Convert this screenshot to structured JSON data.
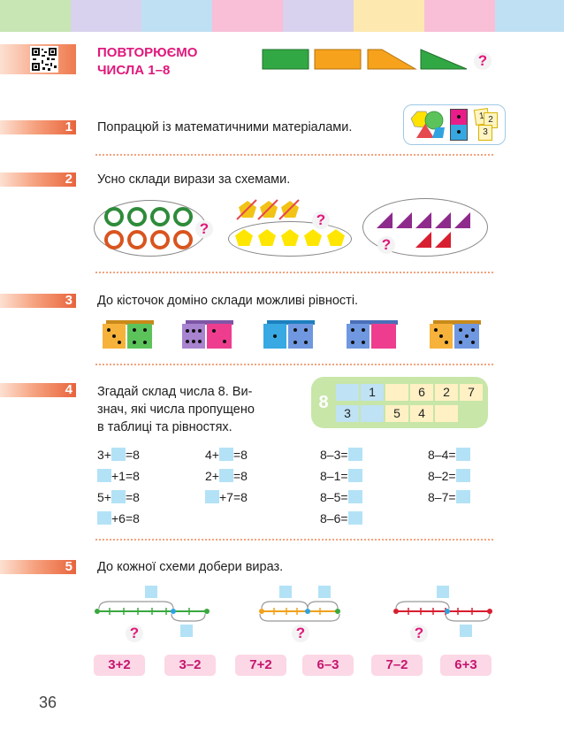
{
  "header": {
    "title_line1": "ПОВТОРЮЄМО",
    "title_line2": "ЧИСЛА 1–8",
    "question_mark": "?",
    "stripe_colors": [
      "#c8e6b4",
      "#d9d2ee",
      "#bfe0f2",
      "#f8bfd6",
      "#d9d2ee",
      "#fde9b0",
      "#f8bfd6",
      "#bfe0f2"
    ]
  },
  "qr_icon": "qr-code-icon",
  "sections": [
    {
      "number": "1",
      "text": "Попрацюй із математичними матеріалами."
    },
    {
      "number": "2",
      "text": "Усно склади вирази за схемами."
    },
    {
      "number": "3",
      "text": "До кісточок доміно склади можливі рівності."
    },
    {
      "number": "4",
      "text_line1": "Згадай склад числа 8. Ви-",
      "text_line2": "знач, які числа пропущено",
      "text_line3": "в таблиці та рівностях."
    },
    {
      "number": "5",
      "text": "До кожної схеми добери вираз."
    }
  ],
  "materials": {
    "tile_a": "1",
    "tile_b": "2",
    "tile_c": "3"
  },
  "question_marks": [
    "?",
    "?",
    "?",
    "?",
    "?",
    "?"
  ],
  "table8": {
    "label": "8",
    "top": [
      "",
      "1",
      "",
      "6",
      "2",
      "7"
    ],
    "bottom": [
      "3",
      "",
      "5",
      "4",
      ""
    ]
  },
  "equations": {
    "col1": [
      {
        "a": "3+",
        "b": "=8"
      },
      {
        "a": "",
        "b": "+1=8"
      },
      {
        "a": "5+",
        "b": "=8"
      },
      {
        "a": "",
        "b": "+6=8"
      }
    ],
    "col2": [
      {
        "a": "4+",
        "b": "=8"
      },
      {
        "a": "2+",
        "b": "=8"
      },
      {
        "a": "",
        "b": "+7=8"
      }
    ],
    "col3": [
      {
        "a": "8–3=",
        "b": ""
      },
      {
        "a": "8–1=",
        "b": ""
      },
      {
        "a": "8–5=",
        "b": ""
      },
      {
        "a": "8–6=",
        "b": ""
      }
    ],
    "col4": [
      {
        "a": "8–4=",
        "b": ""
      },
      {
        "a": "8–2=",
        "b": ""
      },
      {
        "a": "8–7=",
        "b": ""
      }
    ]
  },
  "cards": [
    "3+2",
    "3–2",
    "7+2",
    "6–3",
    "7–2",
    "6+3"
  ],
  "page_number": "36"
}
